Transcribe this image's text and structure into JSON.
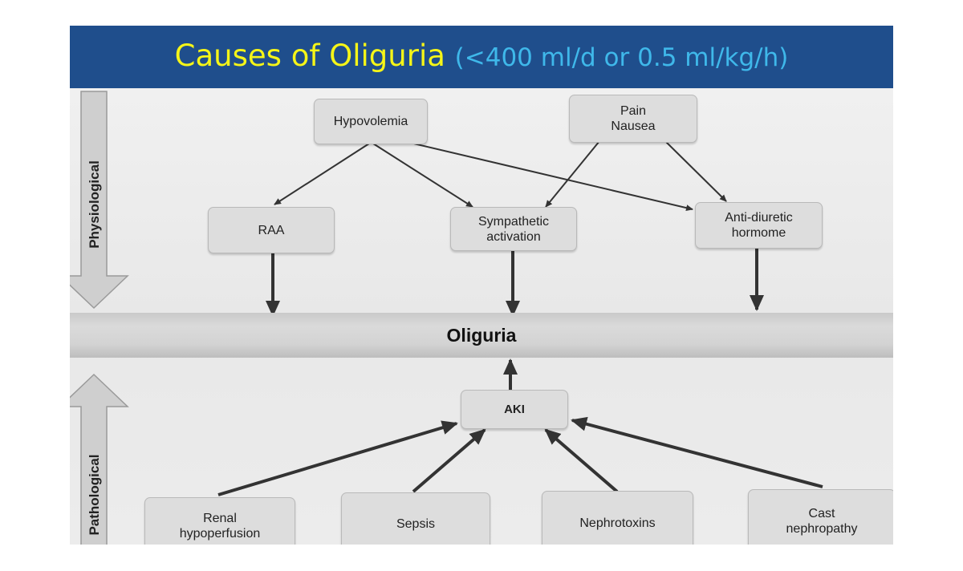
{
  "title": {
    "main": "Causes of Oliguria",
    "sub": "(<400 ml/d or 0.5 ml/kg/h)"
  },
  "side_labels": {
    "top": "Physiological",
    "bottom": "Pathological"
  },
  "center": {
    "label": "Oliguria"
  },
  "physiological": {
    "causes": [
      "Hypovolemia",
      "Pain\nNausea"
    ],
    "mediators": [
      "RAA",
      "Sympathetic\nactivation",
      "Anti-diuretic\nhormome"
    ]
  },
  "pathological": {
    "aki": "AKI",
    "causes": [
      "Renal\nhypoperfusion",
      "Sepsis",
      "Nephrotoxins",
      "Cast\nnephropathy"
    ]
  },
  "colors": {
    "title_bg": "#1f4e8c",
    "title_main": "#f5f518",
    "title_sub": "#3fb8ea"
  }
}
